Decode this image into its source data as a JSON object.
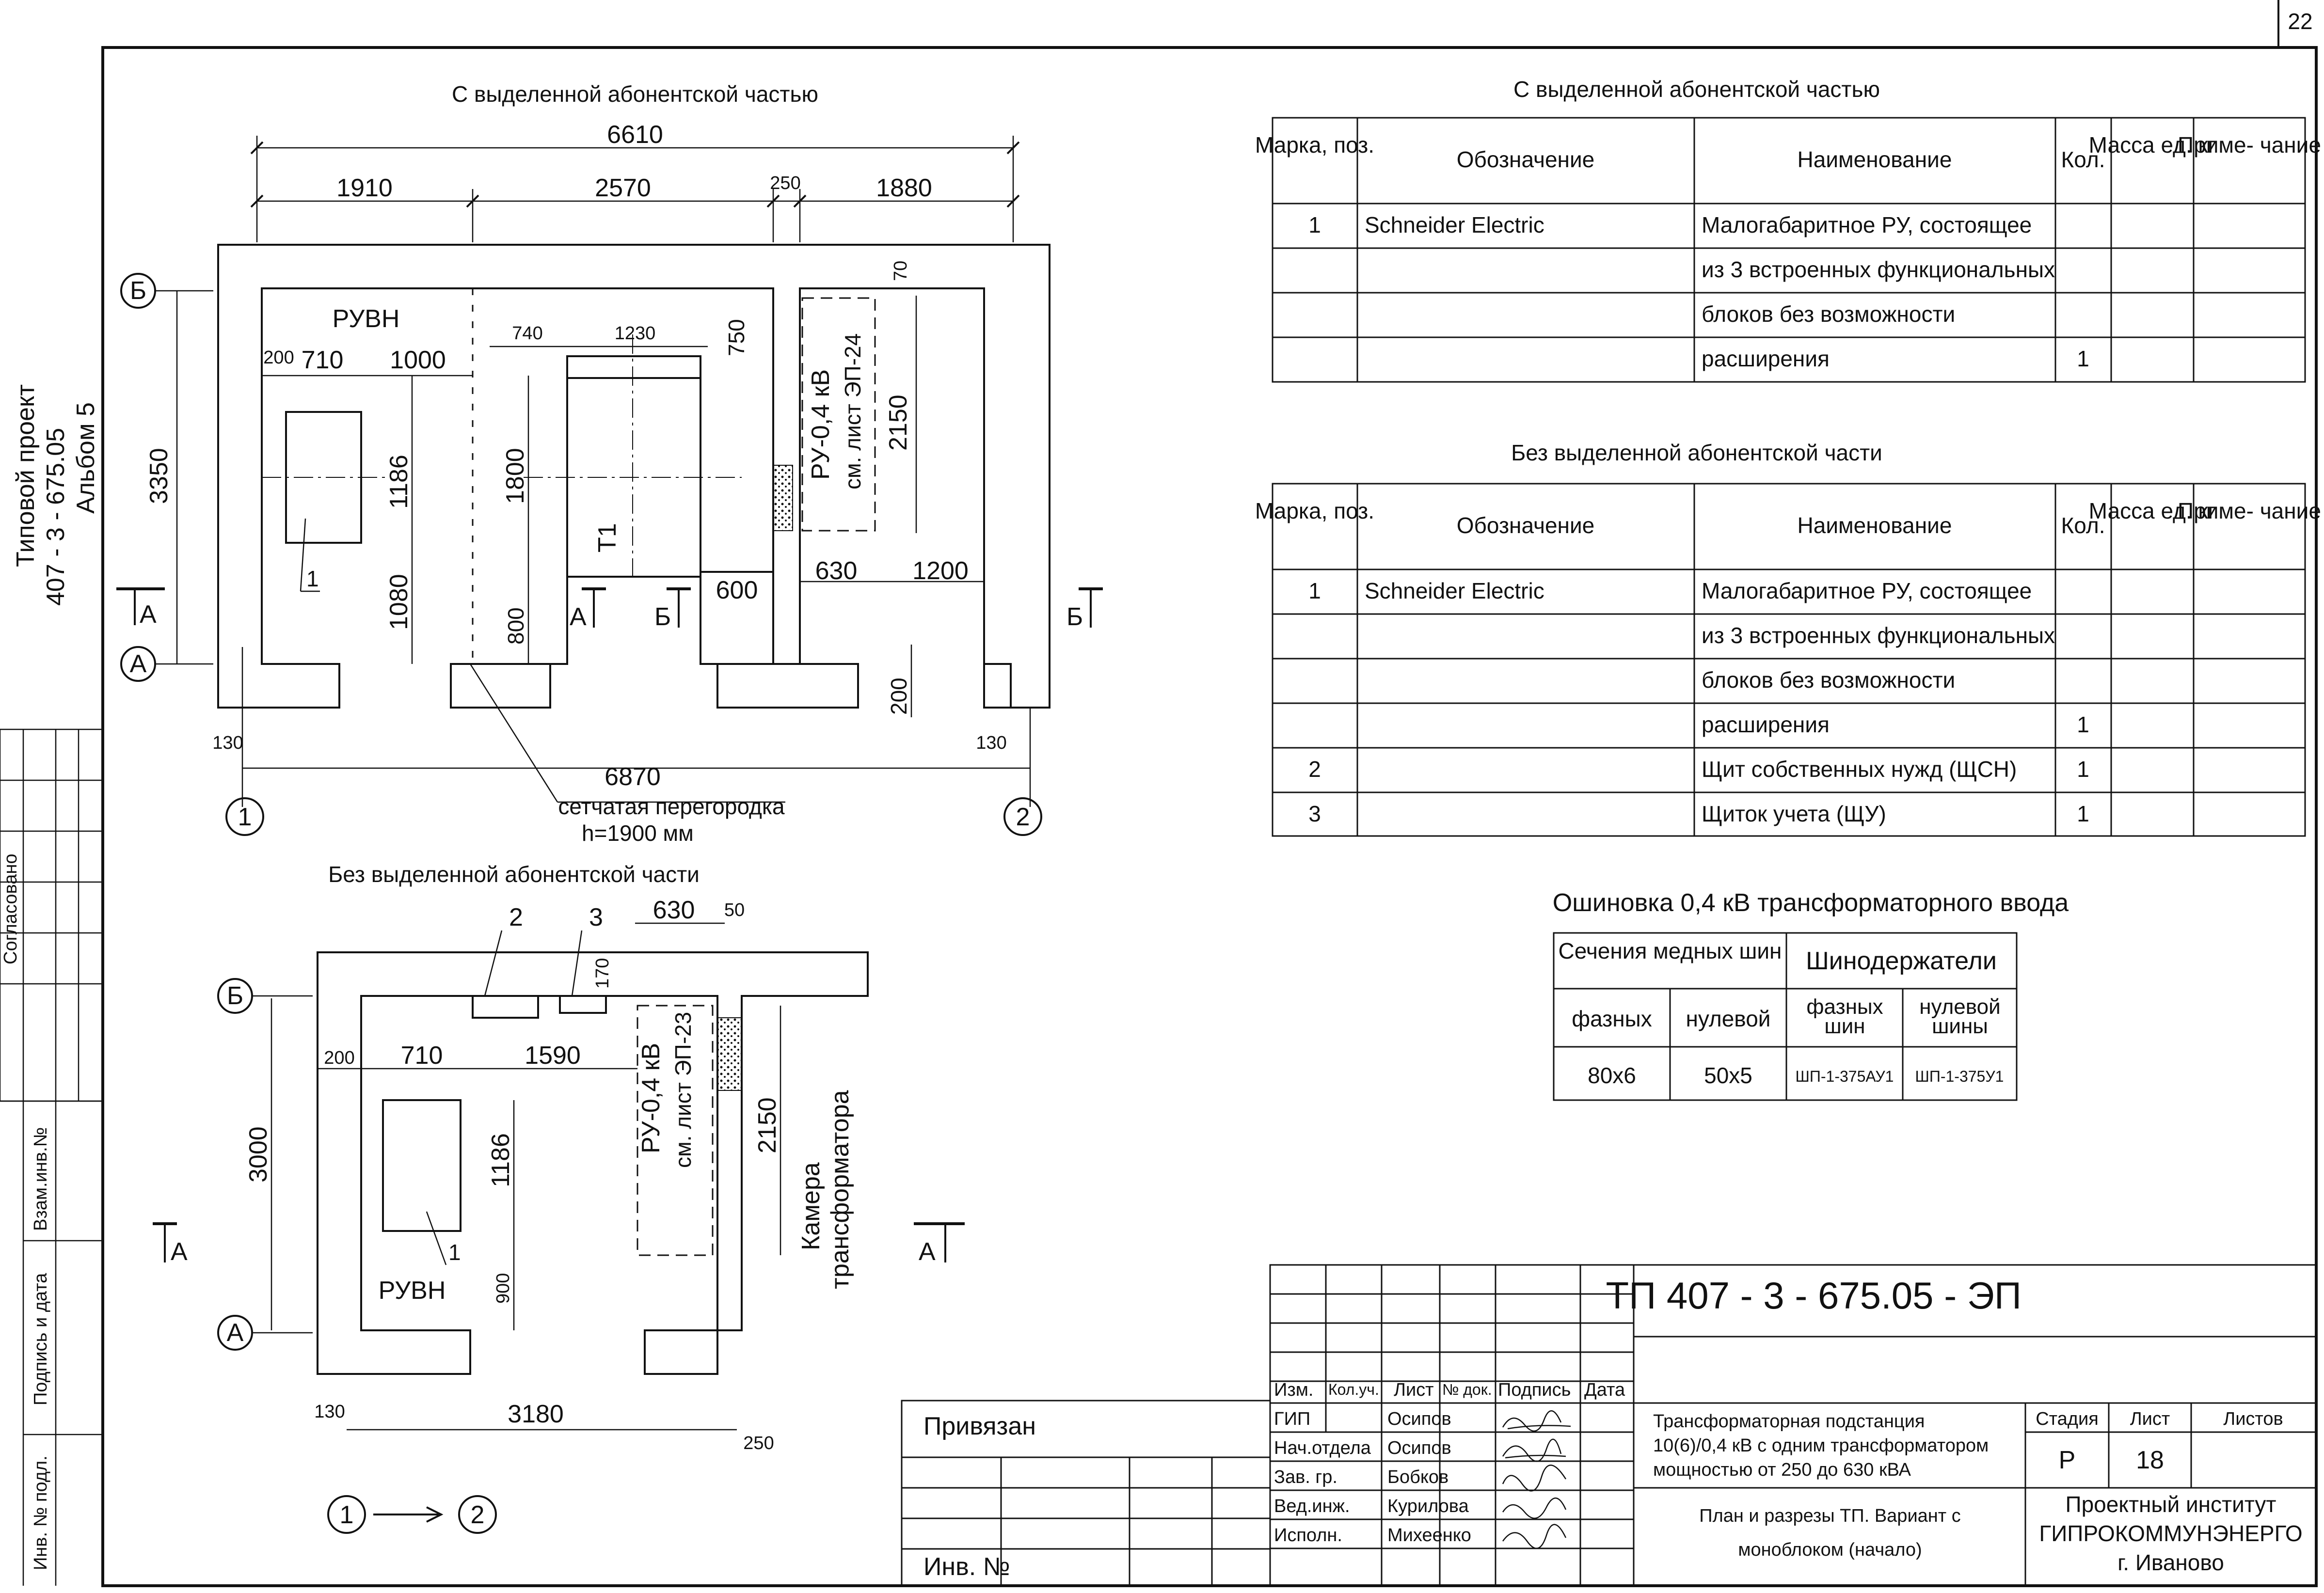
{
  "sheet": {
    "page_number": "22",
    "project_stamp": [
      "Типовой проект",
      "407 - 3 - 675.05",
      "Альбом  5"
    ],
    "side_labels": {
      "agreed": "Согласовано",
      "replace_inv": "Взам.инв.№",
      "sign_date": "Подпись и дата",
      "inv_orig": "Инв. № подл."
    }
  },
  "plan_top": {
    "title": "С выделенной абонентской частью",
    "dims": {
      "overall": "6610",
      "seg1": "1910",
      "seg2": "2570",
      "seg3": "250",
      "seg4": "1880",
      "d740": "740",
      "d1230": "1230",
      "d750": "750",
      "d70": "70",
      "d200": "200",
      "d710": "710",
      "d1000": "1000",
      "d3350": "3350",
      "d1186": "1186",
      "d1080": "1080",
      "d1800": "1800",
      "d800": "800",
      "d2150": "2150",
      "d630": "630",
      "d1200": "1200",
      "d600": "600",
      "d200b": "200",
      "d130l": "130",
      "d130r": "130",
      "bottom": "6870"
    },
    "labels": {
      "room": "РУВН",
      "transformer": "Т1",
      "ru": "РУ-0,4 кВ",
      "ru_ref": "см. лист ЭП-24",
      "leader_1": "1",
      "mesh": "сетчатая перегородка",
      "mesh_h": "h=1900 мм"
    },
    "axes": {
      "b": "Б",
      "a": "А",
      "one": "1",
      "two": "2"
    },
    "sections": {
      "a_left": "А",
      "a_mid": "А",
      "b_mid": "Б",
      "b_right": "Б"
    }
  },
  "plan_bottom": {
    "title": "Без выделенной абонентской части",
    "dims": {
      "d630": "630",
      "d50": "50",
      "d170": "170",
      "d200": "200",
      "d710": "710",
      "d1590": "1590",
      "d3000": "3000",
      "d1186": "1186",
      "d900": "900",
      "d2150": "2150",
      "d130": "130",
      "d3180": "3180",
      "d250": "250"
    },
    "labels": {
      "room": "РУВН",
      "ru": "РУ-0,4 кВ",
      "ru_ref": "см. лист ЭП-23",
      "chamber": [
        "Камера",
        "трансформатора"
      ],
      "l1": "1",
      "l2": "2",
      "l3": "3"
    },
    "axes": {
      "b": "Б",
      "a": "А",
      "one": "1",
      "two": "2"
    },
    "sections": {
      "a_left": "А",
      "a_right": "А"
    }
  },
  "table1": {
    "title": "С выделенной абонентской частью",
    "headers": [
      "Марка, поз.",
      "Обозначение",
      "Наименование",
      "Кол.",
      "Масса ед. кг",
      "Приме- чание"
    ],
    "rows": [
      [
        "1",
        "Schneider Electric",
        "Малогабаритное РУ, состоящее",
        "",
        "",
        ""
      ],
      [
        "",
        "",
        "из 3 встроенных функциональных",
        "",
        "",
        ""
      ],
      [
        "",
        "",
        "блоков без возможности",
        "",
        "",
        ""
      ],
      [
        "",
        "",
        "расширения",
        "1",
        "",
        ""
      ]
    ]
  },
  "table2": {
    "title": "Без выделенной абонентской части",
    "headers": [
      "Марка, поз.",
      "Обозначение",
      "Наименование",
      "Кол.",
      "Масса ед. кг",
      "Приме- чание"
    ],
    "rows": [
      [
        "1",
        "Schneider Electric",
        "Малогабаритное РУ, состоящее",
        "",
        "",
        ""
      ],
      [
        "",
        "",
        "из 3 встроенных функциональных",
        "",
        "",
        ""
      ],
      [
        "",
        "",
        "блоков без возможности",
        "",
        "",
        ""
      ],
      [
        "",
        "",
        "расширения",
        "1",
        "",
        ""
      ],
      [
        "2",
        "",
        "Щит собственных нужд (ЩСН)",
        "1",
        "",
        ""
      ],
      [
        "3",
        "",
        "Щиток учета (ЩУ)",
        "1",
        "",
        ""
      ]
    ]
  },
  "busbar": {
    "title": "Ошиновка 0,4 кВ трансформаторного ввода",
    "head_sections": "Сечения медных шин",
    "head_holders": "Шинодержатели",
    "sub": [
      "фазных",
      "нулевой",
      "фазных шин",
      "нулевой шины"
    ],
    "values": [
      "80х6",
      "50х5",
      "ШП-1-375АУ1",
      "ШП-1-375У1"
    ]
  },
  "title_block": {
    "code": "ТП  407 - 3 - 675.05 - ЭП",
    "bound": "Привязан",
    "inv": "Инв. №",
    "cols": [
      "Изм.",
      "Кол.уч.",
      "Лист",
      "№ док.",
      "Подпись",
      "Дата"
    ],
    "staff": [
      {
        "role": "ГИП",
        "name": "Осипов"
      },
      {
        "role": "Нач.отдела",
        "name": "Осипов"
      },
      {
        "role": "Зав. гр.",
        "name": "Бобков"
      },
      {
        "role": "Вед.инж.",
        "name": "Курилова"
      },
      {
        "role": "Исполн.",
        "name": "Михеенко"
      }
    ],
    "object": [
      "Трансформаторная подстанция",
      "10(6)/0,4 кВ с одним трансформатором",
      "мощностью от 250 до 630 кВА"
    ],
    "sheet_title": [
      "План и разрезы ТП. Вариант с",
      "моноблоком (начало)"
    ],
    "stage_h": "Стадия",
    "sheet_h": "Лист",
    "sheets_h": "Листов",
    "stage": "Р",
    "sheet": "18",
    "sheets": "",
    "org": [
      "Проектный институт",
      "ГИПРОКОММУНЭНЕРГО",
      "г. Иваново"
    ]
  }
}
